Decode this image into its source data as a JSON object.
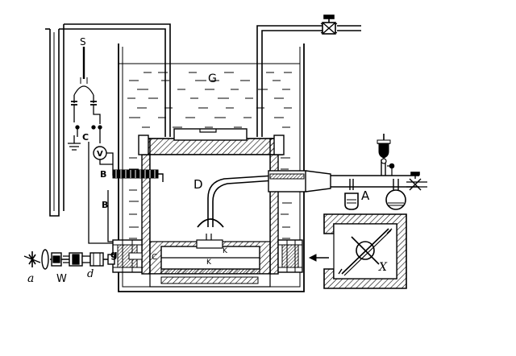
{
  "labels": {
    "s": "S",
    "g": "G",
    "c": "C",
    "v": "V",
    "b_upper": "B",
    "b_lower": "B",
    "d": "D",
    "a": "A",
    "x": "X",
    "g_small": "g",
    "c_small": "C",
    "k_left": "K",
    "k_right": "K",
    "lower_a": "a",
    "lower_w": "W",
    "lower_d": "d"
  }
}
